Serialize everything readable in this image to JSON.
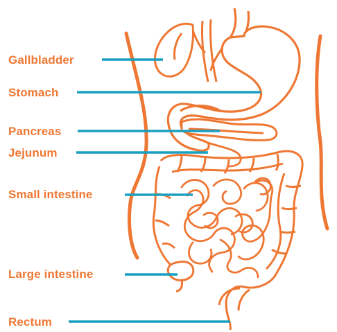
{
  "labels": {
    "gallbladder": "Gallbladder",
    "stomach": "Stomach",
    "pancreas": "Pancreas",
    "jejunum": "Jejunum",
    "small_intestine": "Small intestine",
    "large_intestine": "Large intestine",
    "rectum": "Rectum"
  },
  "colors": {
    "organ_outline": "#ee7733",
    "organ_fill": "#ffffff",
    "label_text": "#ee7733",
    "leader_line": "#1a9fc0"
  }
}
